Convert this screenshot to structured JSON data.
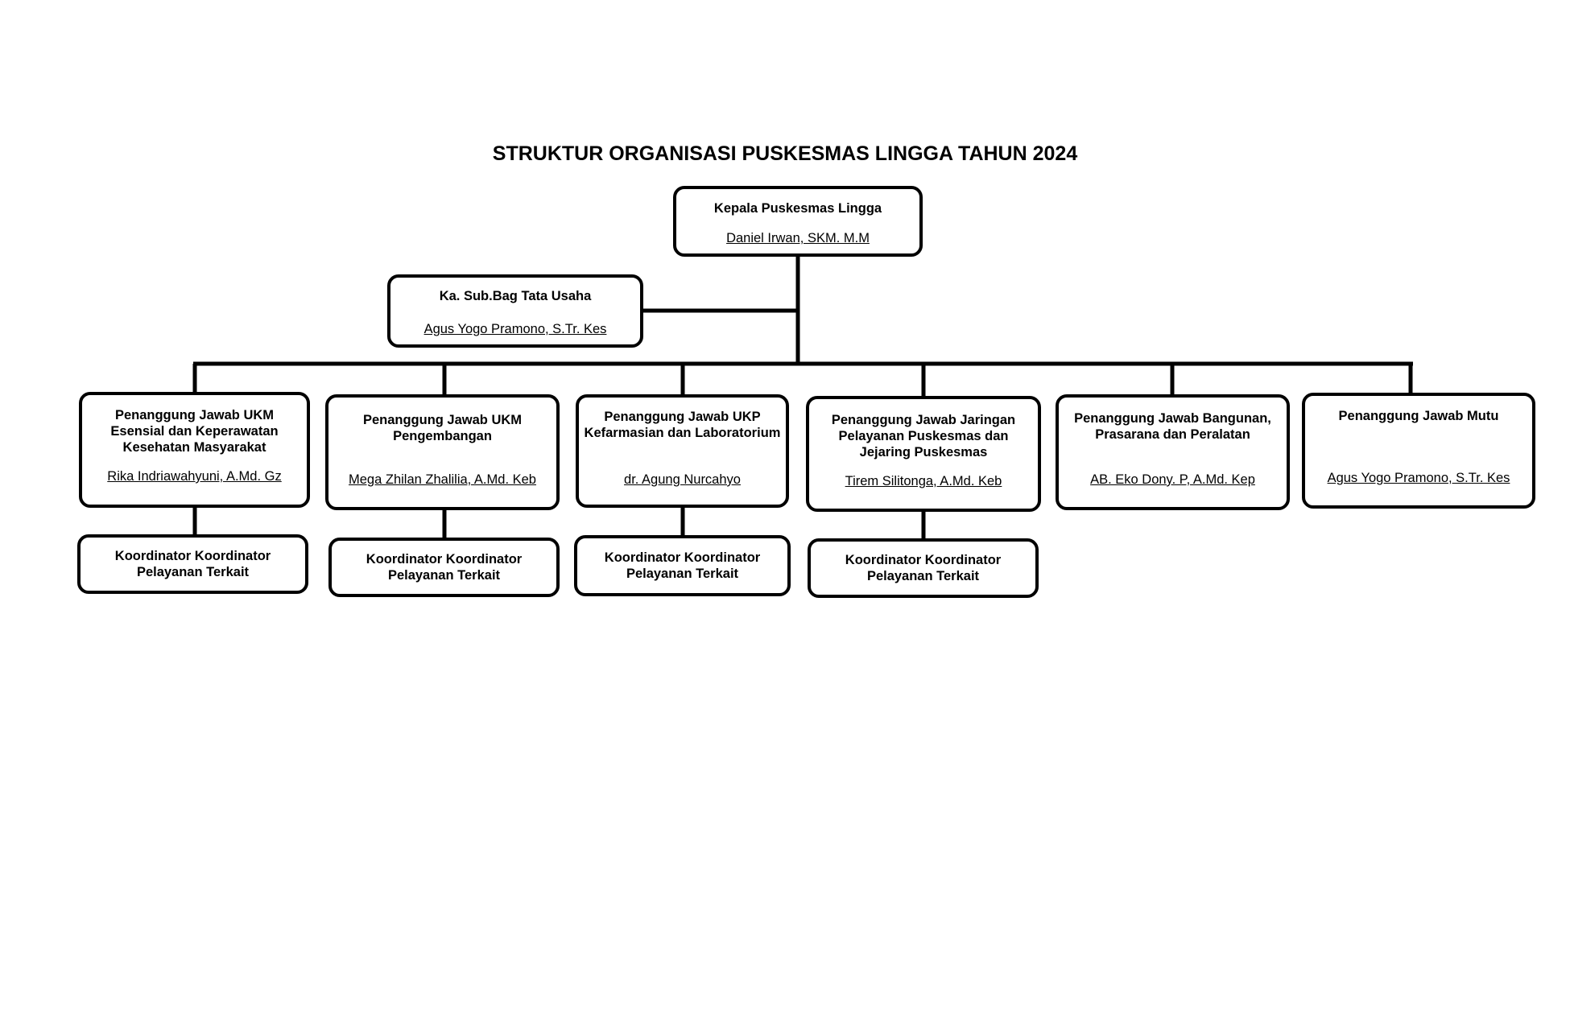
{
  "title": "STRUKTUR ORGANISASI PUSKESMAS LINGGA TAHUN 2024",
  "head": {
    "role": "Kepala Puskesmas Lingga",
    "person": "Daniel Irwan, SKM. M.M"
  },
  "admin": {
    "role": "Ka. Sub.Bag Tata Usaha",
    "person": "Agus Yogo Pramono, S.Tr. Kes"
  },
  "units": [
    {
      "role": "Penanggung Jawab UKM Esensial dan Keperawatan Kesehatan Masyarakat",
      "person": "Rika Indriawahyuni, A.Md. Gz",
      "coordinator": "Koordinator Koordinator Pelayanan Terkait"
    },
    {
      "role": "Penanggung Jawab UKM Pengembangan",
      "person": "Mega Zhilan Zhalilia, A.Md. Keb",
      "coordinator": "Koordinator Koordinator Pelayanan Terkait"
    },
    {
      "role": "Penanggung Jawab UKP Kefarmasian dan Laboratorium",
      "person": "dr. Agung Nurcahyo",
      "coordinator": "Koordinator Koordinator Pelayanan Terkait"
    },
    {
      "role": "Penanggung Jawab Jaringan Pelayanan Puskesmas dan Jejaring Puskesmas",
      "person": "Tirem Silitonga, A.Md. Keb",
      "coordinator": "Koordinator Koordinator Pelayanan Terkait"
    },
    {
      "role": "Penanggung Jawab Bangunan, Prasarana dan Peralatan",
      "person": "AB. Eko Dony. P, A.Md. Kep"
    },
    {
      "role": "Penanggung Jawab Mutu",
      "person": "Agus Yogo Pramono, S.Tr. Kes"
    }
  ]
}
